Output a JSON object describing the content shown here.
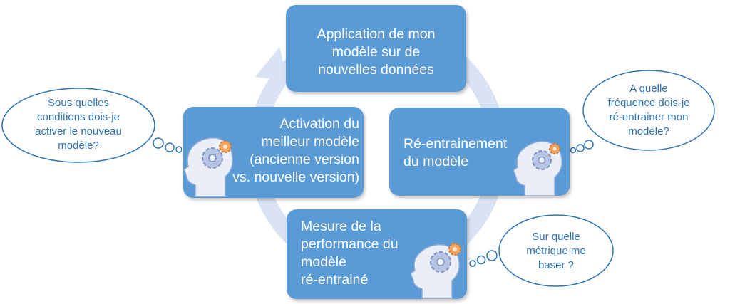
{
  "diagram": {
    "colors": {
      "box": "#5b9bd5",
      "ring": "#dae3f3",
      "cloud_border": "#2e74b5",
      "cloud_text": "#2e74b5",
      "box_text": "#ffffff"
    },
    "steps": [
      {
        "id": "apply",
        "text": "Application de mon\nmodèle sur de\nnouvelles données",
        "icon": null
      },
      {
        "id": "retrain",
        "text": "Ré-entrainement\ndu modèle",
        "icon": "head-gear-icon"
      },
      {
        "id": "measure",
        "text": "Mesure de la\nperformance du\nmodèle\nré-entrainé",
        "icon": "head-gear-icon"
      },
      {
        "id": "activate",
        "text": "Activation du\nmeilleur modèle\n(ancienne version\nvs. nouvelle version)",
        "icon": "head-gear-icon"
      }
    ],
    "questions": [
      {
        "id": "activation-question",
        "text": "Sous quelles\nconditions dois-je\nactiver le nouveau\nmodèle?"
      },
      {
        "id": "frequency-question",
        "text": "A quelle\nfréquence dois-je\nré-entrainer mon\nmodèle?"
      },
      {
        "id": "metric-question",
        "text": "Sur quelle\nmétrique me\nbaser ?"
      }
    ]
  }
}
